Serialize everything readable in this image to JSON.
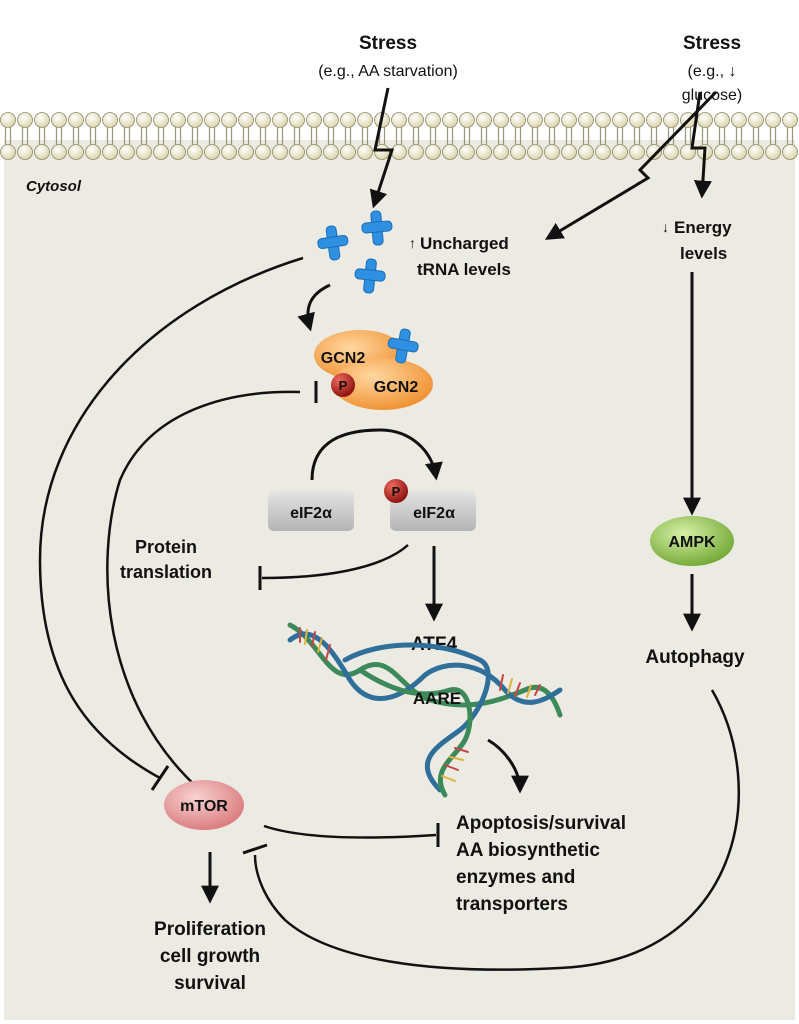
{
  "stress_left": {
    "title": "Stress",
    "subtitle": "(e.g., AA starvation)"
  },
  "stress_right": {
    "title": "Stress",
    "subtitle_line1": "(e.g., ↓",
    "subtitle_line2": "glucose)"
  },
  "compartment_label": "Cytosol",
  "trna": {
    "arrow": "↑",
    "line1": "Uncharged",
    "line2": "tRNA levels"
  },
  "energy": {
    "arrow": "↓",
    "line1": "Energy",
    "line2": "levels"
  },
  "gcn2": {
    "label_top": "GCN2",
    "label_bottom": "GCN2",
    "phospho": "P"
  },
  "eif2a": {
    "label_left": "eIF2α",
    "label_right": "eIF2α",
    "phospho": "P"
  },
  "protein_translation": {
    "line1": "Protein",
    "line2": "translation"
  },
  "atf4": "ATF4",
  "aare": "AARE",
  "ampk": "AMPK",
  "autophagy": "Autophagy",
  "mtor": "mTOR",
  "outputs": {
    "line1": "Apoptosis/survival",
    "line2": "AA biosynthetic",
    "line3": "enzymes and",
    "line4": "transporters"
  },
  "proliferation": {
    "line1": "Proliferation",
    "line2": "cell growth",
    "line3": "survival"
  },
  "colors": {
    "cytosol": "#ecebe3",
    "membrane_head": "#f4f0d4",
    "trna": "#2f8fe0",
    "gcn2": "#f39a3e",
    "phospho": "#b3211f",
    "eif2a_box": "#c9c9c9",
    "ampk": "#8cc04a",
    "mtor": "#e7999b",
    "aare": "#2aa66a"
  }
}
